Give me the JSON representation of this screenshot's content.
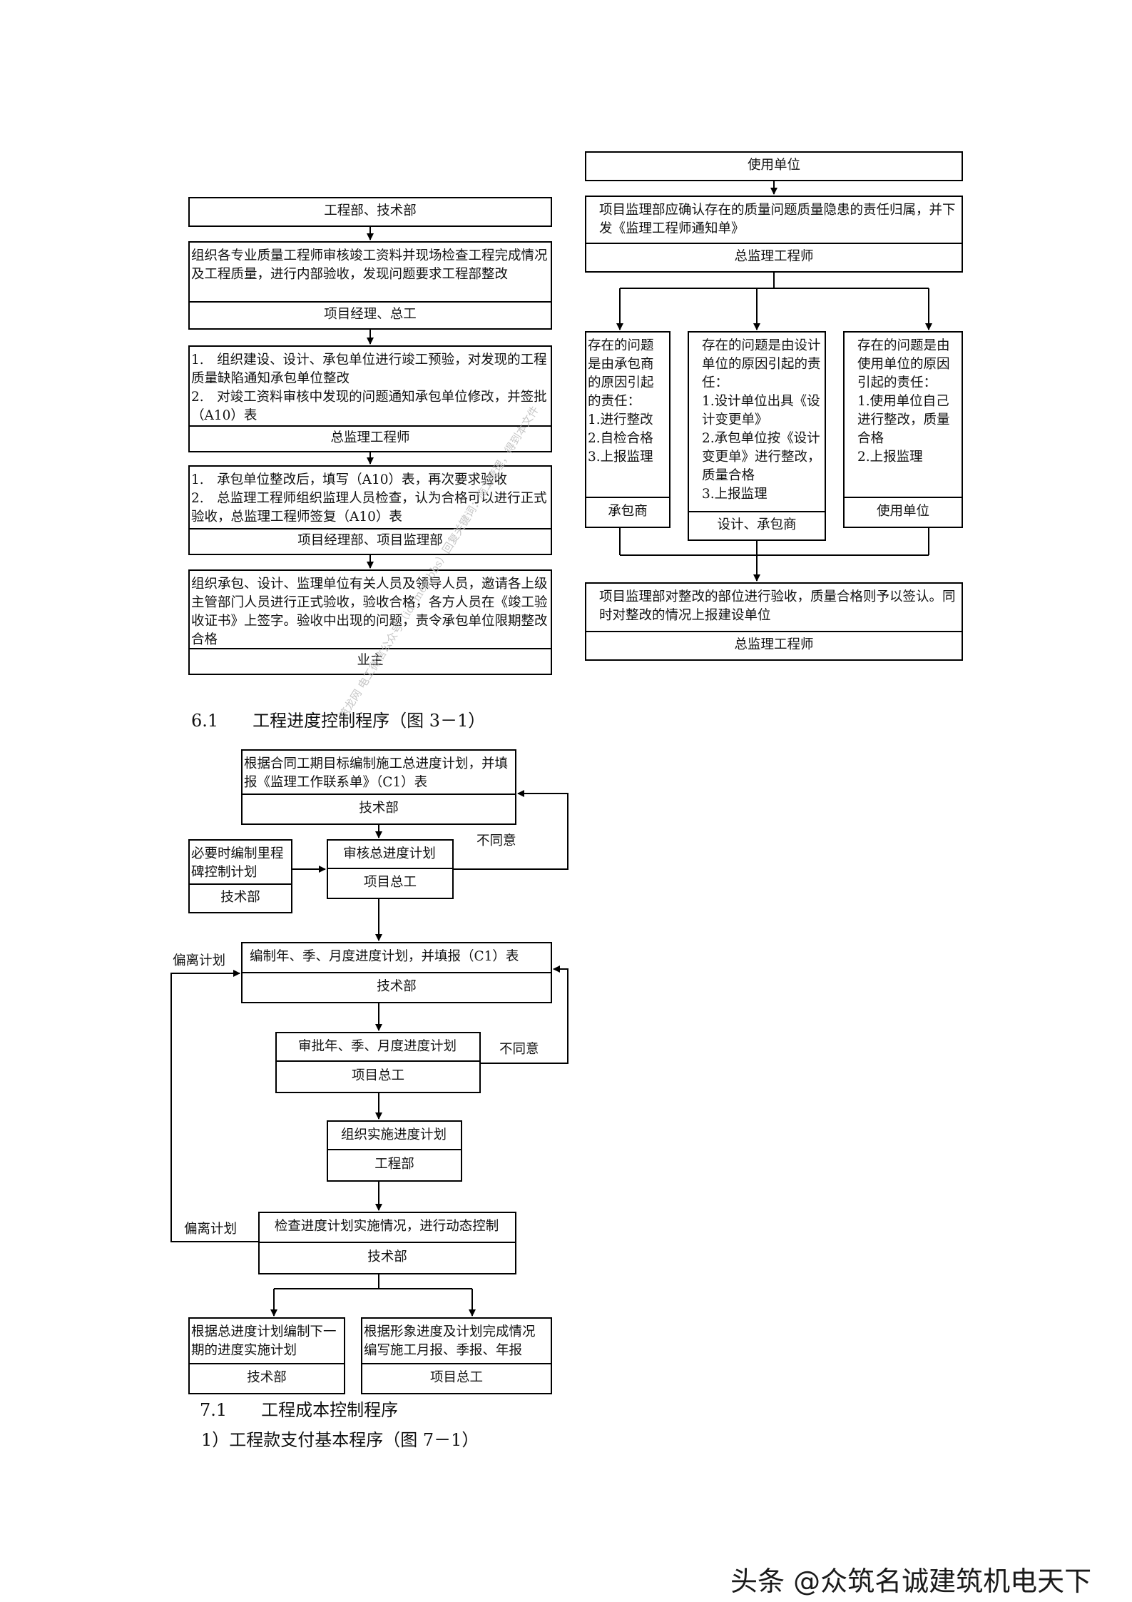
{
  "left_flow": {
    "b1": {
      "text": "工程部、技术部"
    },
    "b2": {
      "text": "组织各专业质量工程师审核竣工资料并现场检查工程完成情况及工程质量，进行内部验收，发现问题要求工程部整改",
      "footer": "项目经理、总工"
    },
    "b3": {
      "text": "1.　组织建设、设计、承包单位进行竣工预验，对发现的工程质量缺陷通知承包单位整改\n2.　对竣工资料审核中发现的问题通知承包单位修改，并签批（A10）表",
      "footer": "总监理工程师"
    },
    "b4": {
      "text": "1.　承包单位整改后，填写（A10）表，再次要求验收\n2.　总监理工程师组织监理人员检查，认为合格可以进行正式验收，总监理工程师签复（A10）表",
      "footer": "项目经理部、项目监理部"
    },
    "b5": {
      "text": "组织承包、设计、监理单位有关人员及领导人员，邀请各上级主管部门人员进行正式验收，验收合格，各方人员在《竣工验收证书》上签字。验收中出现的问题，责令承包单位限期整改合格",
      "footer": "业主"
    }
  },
  "right_flow": {
    "r1": {
      "text": "使用单位"
    },
    "r2": {
      "text": "项目监理部应确认存在的质量问题质量隐患的责任归属，并下发《监理工程师通知单》",
      "footer": "总监理工程师"
    },
    "r3a": {
      "text": "存在的问题是由承包商的原因引起的责任：\n1.进行整改\n2.自检合格\n3.上报监理",
      "footer": "承包商"
    },
    "r3b": {
      "text": "存在的问题是由设计单位的原因引起的责任：\n1.设计单位出具《设计变更单》\n2.承包单位按《设计变更单》进行整改，质量合格\n3.上报监理",
      "footer": "设计、承包商"
    },
    "r3c": {
      "text": "存在的问题是由使用单位的原因引起的责任：\n1.使用单位自己进行整改，质量合格\n2.上报监理",
      "footer": "使用单位"
    },
    "r4": {
      "text": "项目监理部对整改的部位进行验收，质量合格则予以签认。同时对整改的情况上报建设单位",
      "footer": "总监理工程师"
    }
  },
  "section_61": {
    "heading": "6.1　　工程进度控制程序（图 3－1）",
    "p1": {
      "text": "根据合同工期目标编制施工总进度计划，并填报《监理工作联系单》（C1）表",
      "footer": "技术部"
    },
    "p2": {
      "text": "审核总进度计划",
      "footer": "项目总工"
    },
    "p2s": {
      "text": "必要时编制里程碑控制计划",
      "footer": "技术部"
    },
    "p3": {
      "text": "编制年、季、月度进度计划，并填报（C1）表",
      "footer": "技术部"
    },
    "p4": {
      "text": "审批年、季、月度进度计划",
      "footer": "项目总工"
    },
    "p5": {
      "text": "组织实施进度计划",
      "footer": "工程部"
    },
    "p6": {
      "text": "检查进度计划实施情况，进行动态控制",
      "footer": "技术部"
    },
    "p7a": {
      "text": "根据总进度计划编制下一期的进度实施计划",
      "footer": "技术部"
    },
    "p7b": {
      "text": "根据形象进度及计划完成情况编写施工月报、季报、年报",
      "footer": "项目总工"
    },
    "note_disagree_1": "不同意",
    "note_disagree_2": "不同意",
    "note_deviate_1": "偏离计划",
    "note_deviate_2": "偏离计划"
  },
  "section_71": {
    "heading": "7.1　　工程成本控制程序",
    "subheading": "1）工程款支付基本程序（图 7－1）"
  },
  "watermark": "筑龙网 电工微信公众号（id: mepjbbs）回复关键词：施工管理，得到本文件",
  "brand": "头条 @众筑名诚建筑机电天下"
}
